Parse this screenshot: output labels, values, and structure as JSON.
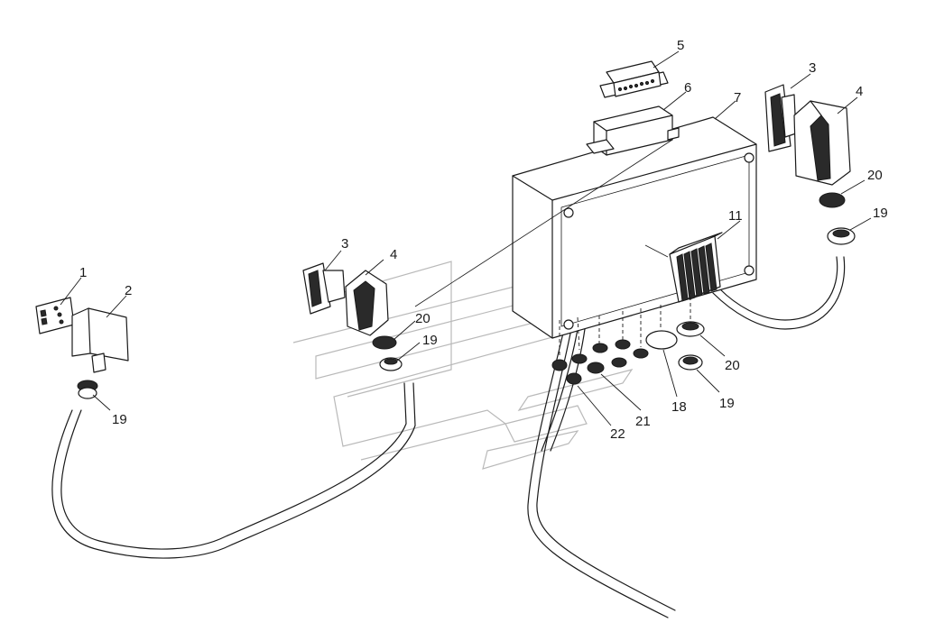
{
  "callouts": {
    "c1": "1",
    "c2": "2",
    "c3a": "3",
    "c3b": "3",
    "c4a": "4",
    "c4b": "4",
    "c5": "5",
    "c6": "6",
    "c7": "7",
    "c11": "11",
    "c18": "18",
    "c19a": "19",
    "c19b": "19",
    "c19c": "19",
    "c19d": "19",
    "c20a": "20",
    "c20b": "20",
    "c20c": "20",
    "c21": "21",
    "c22": "22"
  }
}
